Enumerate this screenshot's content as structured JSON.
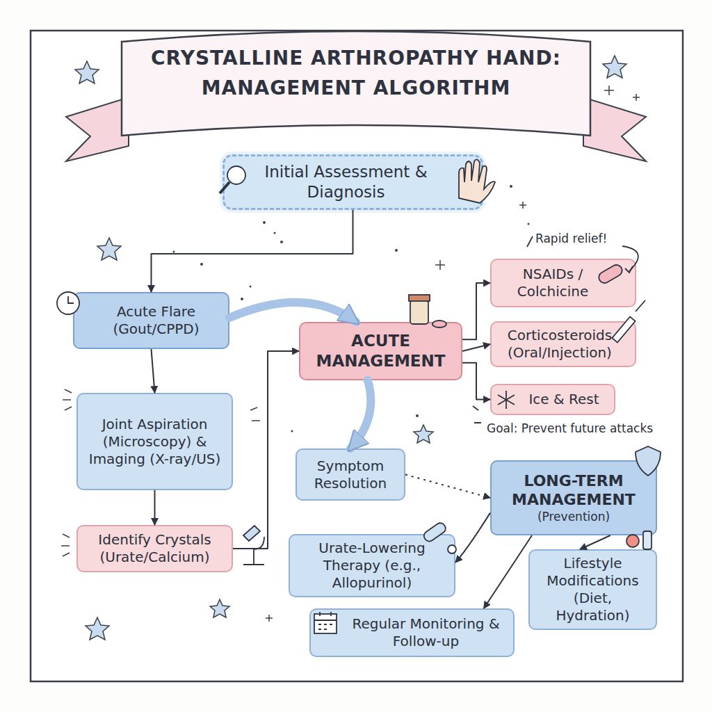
{
  "diagram": {
    "title": "CRYSTALLINE ARTHROPATHY HAND: MANAGEMENT ALGORITHM",
    "nodes": [
      {
        "text": [
          "Initial Assessment & Diagnosis"
        ]
      },
      {
        "text": [
          "Acute Flare (Gout/CPPD)"
        ]
      },
      {
        "text": [
          "Joint Aspiration (Microscopy) & Imaging (X-ray/US)"
        ]
      },
      {
        "text": [
          "Identify Crystals (Urate/Calcium)"
        ]
      },
      {
        "text": [
          "ACUTE MANAGEMENT"
        ]
      },
      {
        "text": [
          "NSAIDs / Colchicine"
        ]
      },
      {
        "text": [
          "Corticosteroids (Oral/Injection)"
        ]
      },
      {
        "text": [
          "Ice & Rest"
        ]
      },
      {
        "text": [
          "Symptom Resolution"
        ]
      },
      {
        "text": [
          "LONG-TERM MANAGEMENT",
          "(Prevention)"
        ]
      },
      {
        "text": [
          "Urate-Lowering Therapy (e.g., Allopurinol)"
        ]
      },
      {
        "text": [
          "Regular Monitoring & Follow-up"
        ]
      },
      {
        "text": [
          "Lifestyle Modifications (Diet, Hydration)"
        ]
      }
    ],
    "edges": [
      {
        "from": 0,
        "to": 1,
        "arrow": "to"
      },
      {
        "from": 1,
        "to": 2,
        "arrow": "to"
      },
      {
        "from": 2,
        "to": 3,
        "arrow": "to"
      },
      {
        "from": 1,
        "to": 4,
        "arrow": "to"
      },
      {
        "from": 3,
        "to": 4,
        "arrow": "to"
      },
      {
        "from": 4,
        "to": 5,
        "arrow": "to"
      },
      {
        "from": 4,
        "to": 6,
        "arrow": "to"
      },
      {
        "from": 4,
        "to": 7,
        "arrow": "to"
      },
      {
        "from": 4,
        "to": 8,
        "arrow": "to"
      },
      {
        "from": 8,
        "to": 9,
        "arrow": "to"
      },
      {
        "from": 9,
        "to": 10,
        "arrow": "to"
      },
      {
        "from": 9,
        "to": 11,
        "arrow": "to"
      },
      {
        "from": 9,
        "to": 12,
        "arrow": "to"
      }
    ],
    "labels": [
      "Rapid relief!",
      "Goal: Prevent future attacks"
    ]
  }
}
